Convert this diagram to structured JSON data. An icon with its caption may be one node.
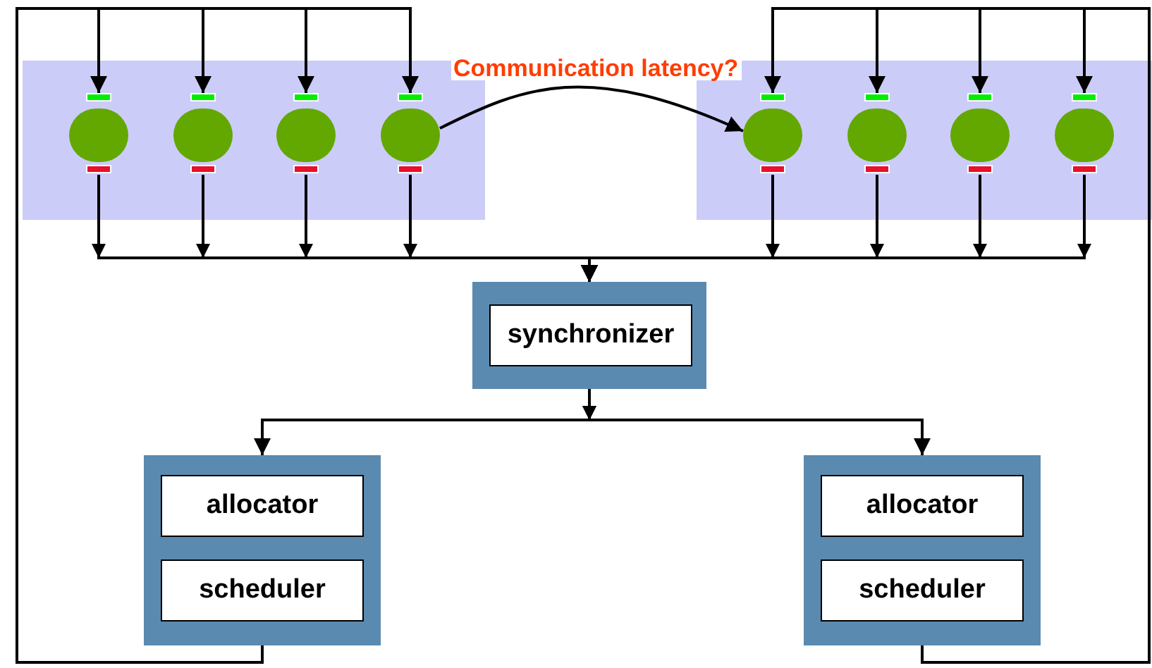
{
  "diagram": {
    "nodes": [
      {
        "text": [],
        "shape": "box"
      },
      {
        "text": [],
        "shape": "circle",
        "in": 0
      },
      {
        "text": [],
        "shape": "circle",
        "in": 0
      },
      {
        "text": [],
        "shape": "circle",
        "in": 0
      },
      {
        "text": [],
        "shape": "circle",
        "in": 0
      },
      {
        "text": [],
        "shape": "box"
      },
      {
        "text": [],
        "shape": "circle",
        "in": 5
      },
      {
        "text": [],
        "shape": "circle",
        "in": 5
      },
      {
        "text": [],
        "shape": "circle",
        "in": 5
      },
      {
        "text": [],
        "shape": "circle",
        "in": 5
      },
      {
        "text": [],
        "shape": "box"
      },
      {
        "text": [
          "synchronizer"
        ],
        "in": 10
      },
      {
        "text": [],
        "shape": "box"
      },
      {
        "text": [
          "allocator"
        ],
        "in": 12
      },
      {
        "text": [
          "scheduler"
        ],
        "in": 12
      },
      {
        "text": [],
        "shape": "box"
      },
      {
        "text": [
          "allocator"
        ],
        "in": 15
      },
      {
        "text": [
          "scheduler"
        ],
        "in": 15
      }
    ],
    "edges": [
      {
        "from": 1,
        "to": 10,
        "arrow": "to"
      },
      {
        "from": 2,
        "to": 10,
        "arrow": "to"
      },
      {
        "from": 3,
        "to": 10,
        "arrow": "to"
      },
      {
        "from": 4,
        "to": 10,
        "arrow": "to"
      },
      {
        "from": 6,
        "to": 10,
        "arrow": "to"
      },
      {
        "from": 7,
        "to": 10,
        "arrow": "to"
      },
      {
        "from": 8,
        "to": 10,
        "arrow": "to"
      },
      {
        "from": 9,
        "to": 10,
        "arrow": "to"
      },
      {
        "from": 10,
        "to": 12,
        "arrow": "to"
      },
      {
        "from": 10,
        "to": 15,
        "arrow": "to"
      },
      {
        "from": 12,
        "to": 1,
        "arrow": "to"
      },
      {
        "from": 12,
        "to": 2,
        "arrow": "to"
      },
      {
        "from": 12,
        "to": 3,
        "arrow": "to"
      },
      {
        "from": 12,
        "to": 4,
        "arrow": "to"
      },
      {
        "from": 15,
        "to": 6,
        "arrow": "to"
      },
      {
        "from": 15,
        "to": 7,
        "arrow": "to"
      },
      {
        "from": 15,
        "to": 8,
        "arrow": "to"
      },
      {
        "from": 15,
        "to": 9,
        "arrow": "to"
      },
      {
        "from": 4,
        "to": 6,
        "arrow": "to",
        "label": "Communication latency?"
      }
    ]
  }
}
